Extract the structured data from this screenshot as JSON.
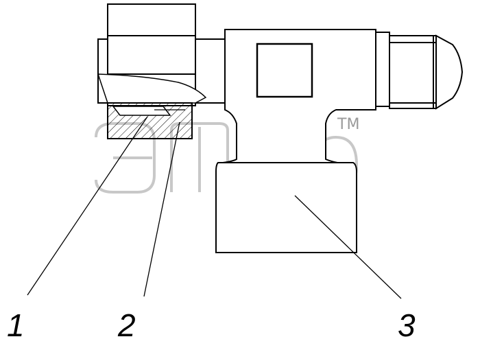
{
  "callouts": [
    {
      "id": "part-1",
      "label": "1"
    },
    {
      "id": "part-2",
      "label": "2"
    },
    {
      "id": "part-3",
      "label": "3"
    }
  ],
  "watermark": {
    "trademark": "TM"
  },
  "colors": {
    "ink": "#000000",
    "watermark": "#c8c8c8",
    "background": "#ffffff"
  }
}
